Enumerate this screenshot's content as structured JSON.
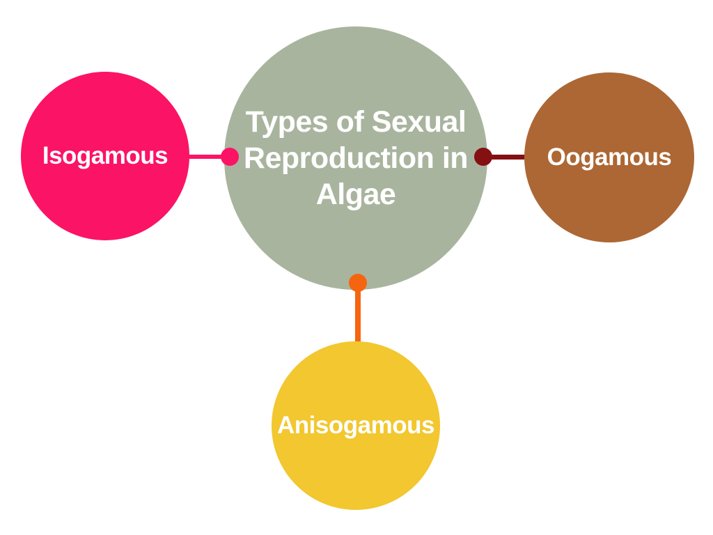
{
  "diagram": {
    "background_color": "#ffffff",
    "center": {
      "title": "Types of Sexual Reproduction in Algae",
      "title_lines": [
        "Types of Sexual",
        "Reproduction in",
        "Algae"
      ],
      "fill_color": "#a9b49e",
      "text_color": "#ffffff"
    },
    "nodes": [
      {
        "label": "Isogamous",
        "position": "left",
        "fill_color": "#fb1366",
        "text_color": "#ffffff",
        "connector_color": "#fb1366"
      },
      {
        "label": "Oogamous",
        "position": "right",
        "fill_color": "#ad6734",
        "text_color": "#ffffff",
        "connector_color": "#841012"
      },
      {
        "label": "Anisogamous",
        "position": "bottom",
        "fill_color": "#f2c72f",
        "text_color": "#ffffff",
        "connector_color": "#f5650f"
      }
    ]
  }
}
